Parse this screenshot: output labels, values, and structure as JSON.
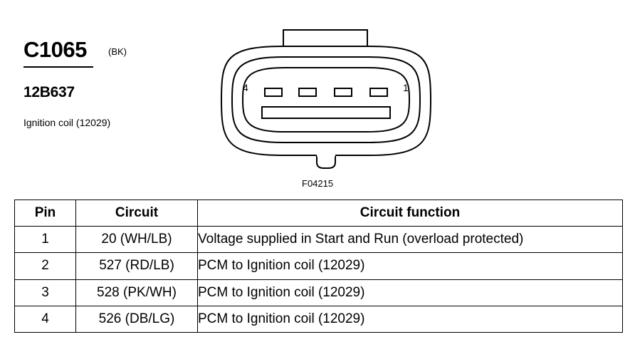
{
  "header": {
    "connector_id": "C1065",
    "color_code": "(BK)",
    "part_number": "12B637",
    "description": "Ignition coil (12029)"
  },
  "diagram": {
    "pin_left_label": "4",
    "pin_right_label": "1",
    "figure_label": "F04215"
  },
  "table": {
    "headers": [
      "Pin",
      "Circuit",
      "Circuit function"
    ],
    "rows": [
      {
        "pin": "1",
        "circuit": "20 (WH/LB)",
        "function": "Voltage supplied in Start and Run (overload protected)"
      },
      {
        "pin": "2",
        "circuit": "527 (RD/LB)",
        "function": "PCM to Ignition coil (12029)"
      },
      {
        "pin": "3",
        "circuit": "528 (PK/WH)",
        "function": "PCM to Ignition coil (12029)"
      },
      {
        "pin": "4",
        "circuit": "526 (DB/LG)",
        "function": "PCM to Ignition coil (12029)"
      }
    ]
  }
}
